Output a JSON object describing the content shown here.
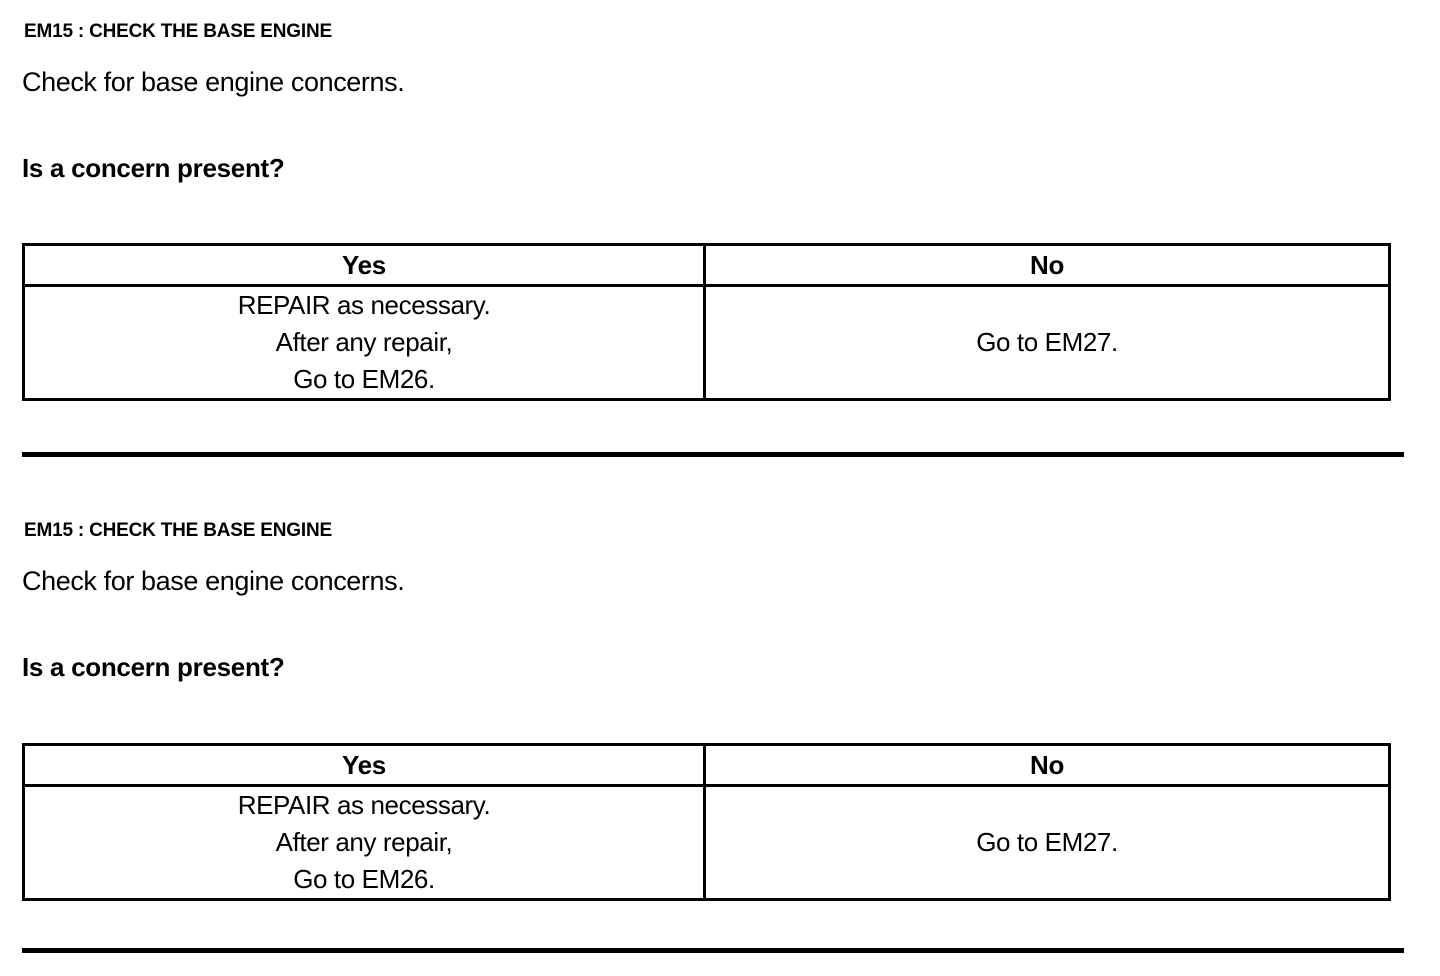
{
  "document": {
    "blocks": [
      {
        "heading": "EM15 : CHECK THE BASE ENGINE",
        "instruction": "Check for base engine concerns.",
        "question": "Is a concern present?",
        "table": {
          "headers": [
            "Yes",
            "No"
          ],
          "rows": [
            {
              "yes": [
                "REPAIR as necessary.",
                "After any repair,",
                "Go to EM26."
              ],
              "no": [
                "Go to EM27."
              ]
            }
          ]
        }
      },
      {
        "heading": "EM15 : CHECK THE BASE ENGINE",
        "instruction": "Check for base engine concerns.",
        "question": "Is a concern present?",
        "table": {
          "headers": [
            "Yes",
            "No"
          ],
          "rows": [
            {
              "yes": [
                "REPAIR as necessary.",
                "After any repair,",
                "Go to EM26."
              ],
              "no": [
                "Go to EM27."
              ]
            }
          ]
        }
      }
    ],
    "colors": {
      "text": "#000000",
      "background": "#ffffff",
      "rule": "#000000"
    }
  }
}
